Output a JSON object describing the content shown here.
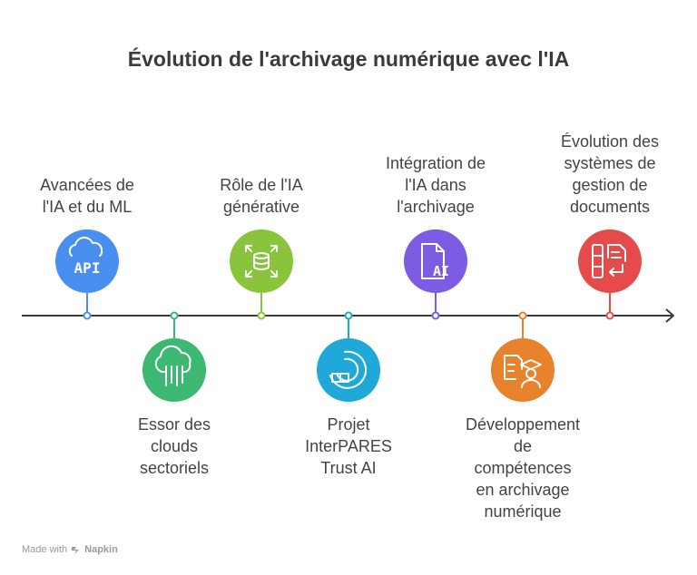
{
  "title": "Évolution de l'archivage numérique avec l'IA",
  "milestones": [
    {
      "lines": [
        "Avancées de",
        "l'IA et du ML"
      ],
      "color": "#4a8ff0",
      "icon": "cloud-api-icon",
      "side": "top"
    },
    {
      "lines": [
        "Essor des",
        "clouds",
        "sectoriels"
      ],
      "color": "#3cb873",
      "icon": "cloud-circuit-icon",
      "side": "bottom"
    },
    {
      "lines": [
        "Rôle de l'IA",
        "générative"
      ],
      "color": "#8ac43c",
      "icon": "database-expand-icon",
      "side": "top"
    },
    {
      "lines": [
        "Projet",
        "InterPARES",
        "Trust AI"
      ],
      "color": "#1fa8d8",
      "icon": "circular-puzzle-icon",
      "side": "bottom"
    },
    {
      "lines": [
        "Intégration de",
        "l'IA dans",
        "l'archivage"
      ],
      "color": "#7b5ce3",
      "icon": "ai-document-icon",
      "side": "top"
    },
    {
      "lines": [
        "Développement",
        "de",
        "compétences",
        "en archivage",
        "numérique"
      ],
      "color": "#e8822d",
      "icon": "document-graduate-icon",
      "side": "bottom"
    },
    {
      "lines": [
        "Évolution des",
        "systèmes de",
        "gestion de",
        "documents"
      ],
      "color": "#e54b4b",
      "icon": "document-system-icon",
      "side": "top"
    }
  ],
  "watermark": {
    "prefix": "Made with",
    "brand": "Napkin"
  }
}
